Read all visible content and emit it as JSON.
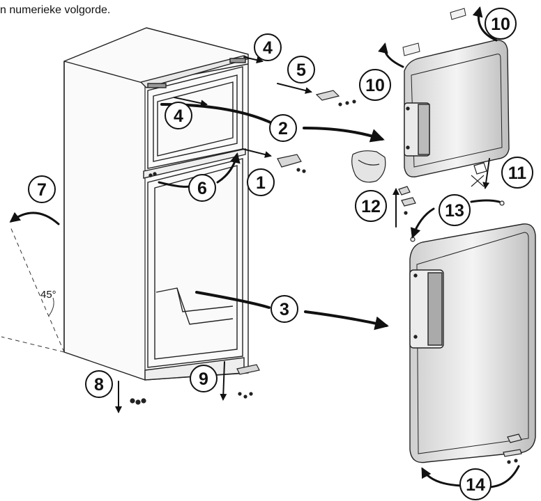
{
  "caption": "n numerieke volgorde.",
  "angle_label": "45°",
  "steps": {
    "s1": "1",
    "s2": "2",
    "s3": "3",
    "s4a": "4",
    "s4b": "4",
    "s5": "5",
    "s6": "6",
    "s7": "7",
    "s8": "8",
    "s9": "9",
    "s10a": "10",
    "s10b": "10",
    "s11": "11",
    "s12": "12",
    "s13": "13",
    "s14": "14"
  }
}
